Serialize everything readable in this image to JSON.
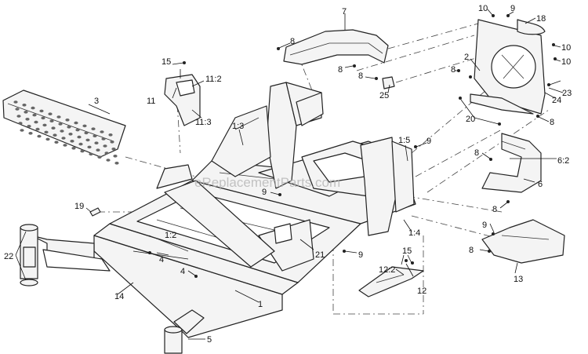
{
  "watermark": "eReplacementParts.com",
  "callouts": {
    "c1": "1",
    "c2": "2",
    "c3": "3",
    "c4a": "4",
    "c4b": "4",
    "c5": "5",
    "c6": "6",
    "c6_2": "6:2",
    "c7": "7",
    "c8a": "8",
    "c8b": "8",
    "c8c": "8",
    "c8d": "8",
    "c8e": "8",
    "c8f": "8",
    "c9a": "9",
    "c9b": "9",
    "c9c": "9",
    "c9d": "9",
    "c9e": "9",
    "c10a": "10",
    "c10b": "10",
    "c10c": "10",
    "c11": "11",
    "c11_2": "11:2",
    "c11_3": "11:3",
    "c12": "12",
    "c12_2": "12:2",
    "c13": "13",
    "c14": "14",
    "c15a": "15",
    "c15b": "15",
    "c18": "18",
    "c19": "19",
    "c20": "20",
    "c21": "21",
    "c22": "22",
    "c23": "23",
    "c24": "24",
    "c25": "25",
    "c1_2": "1:2",
    "c1_3": "1:3",
    "c1_4": "1:4",
    "c1_5": "1:5"
  }
}
